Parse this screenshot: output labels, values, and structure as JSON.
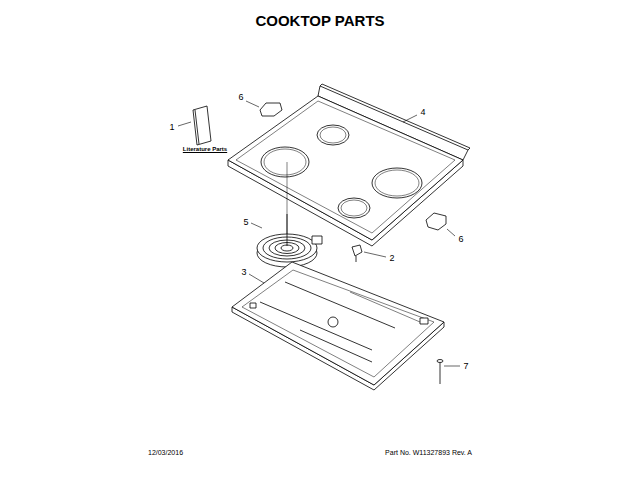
{
  "diagram": {
    "title": "COOKTOP PARTS",
    "labels": [
      "1",
      "Literature Parts",
      "6",
      "4",
      "5",
      "2",
      "3",
      "6",
      "7",
      "12/03/2016",
      "Part No. W11327893 Rev. A"
    ]
  }
}
